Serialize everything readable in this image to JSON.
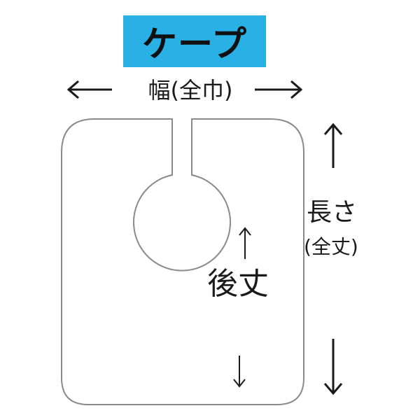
{
  "title": "ケープ",
  "labels": {
    "width": "幅(全巾)",
    "length": "長さ",
    "length_sub": "(全丈)",
    "back_length": "後丈"
  },
  "colors": {
    "title_background": "#29b0e4",
    "outline": "#8a8a8a",
    "text": "#1a1a1a"
  },
  "icons": {
    "arrow_left": "arrow-left-icon",
    "arrow_right": "arrow-right-icon",
    "arrow_up": "arrow-up-icon",
    "arrow_down": "arrow-down-icon"
  }
}
